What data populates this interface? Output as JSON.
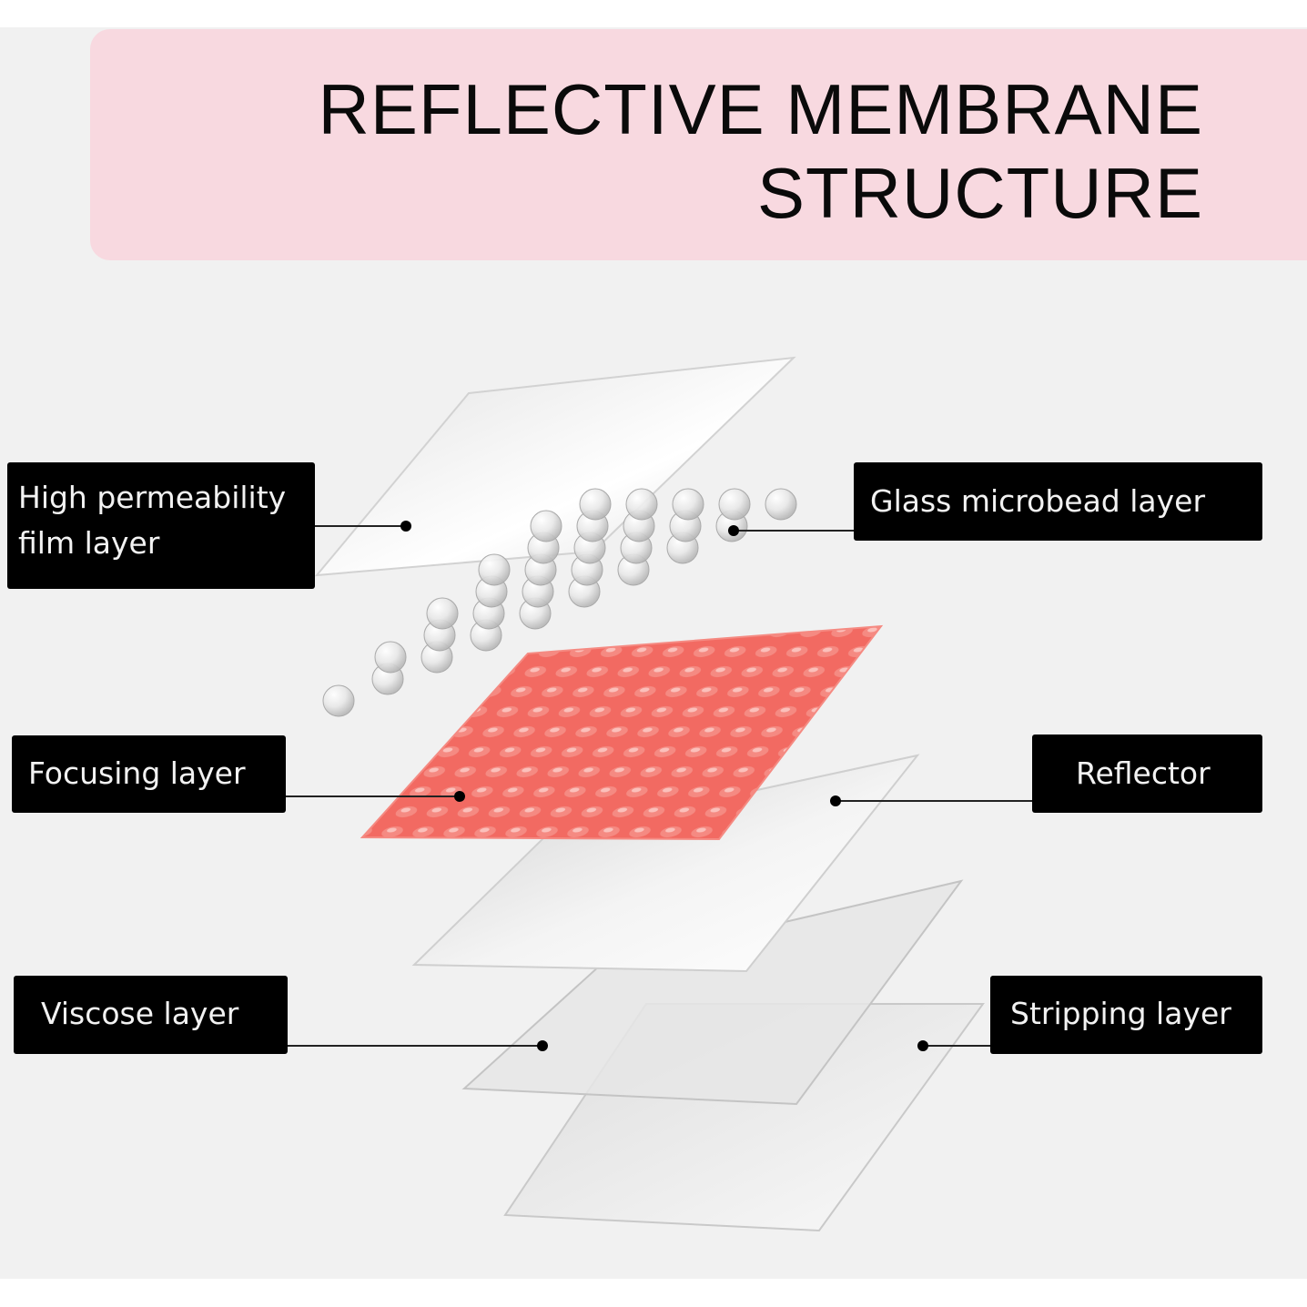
{
  "title": {
    "line1": "REFLECTIVE MEMBRANE",
    "line2": "STRUCTURE"
  },
  "colors": {
    "banner": "#f8d9e0",
    "label_bg": "#000000",
    "label_text": "#f2f2f2",
    "focusing_layer": "#f26a62",
    "background": "#f1f1f1"
  },
  "labels": {
    "high_permeability": {
      "line1": "High permeability",
      "line2": "film layer"
    },
    "glass_microbead": "Glass microbead layer",
    "focusing": "Focusing layer",
    "reflector": "Reflector",
    "viscose": "Viscose layer",
    "stripping": "Stripping layer"
  }
}
